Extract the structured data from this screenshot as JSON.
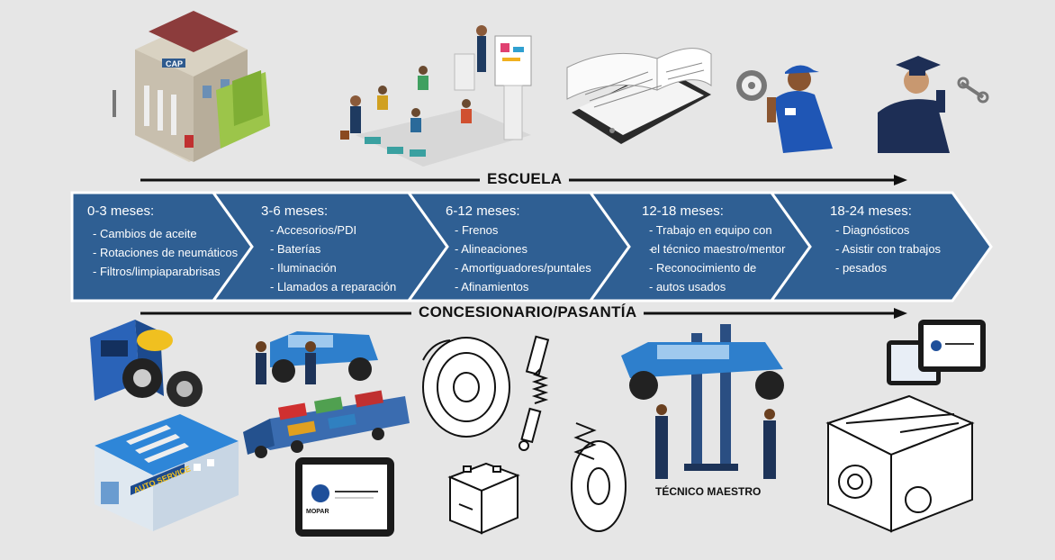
{
  "tracks": {
    "school_label": "ESCUELA",
    "dealer_label": "CONCESIONARIO/PASANTÍA"
  },
  "stages": [
    {
      "title": "0-3 meses:",
      "items": [
        "Cambios de aceite",
        "Rotaciones de neumáticos",
        "Filtros/limpiaparabrisas"
      ]
    },
    {
      "title": "3-6 meses:",
      "items": [
        "Accesorios/PDI",
        "Baterías",
        "Iluminación",
        "Llamados a reparación"
      ]
    },
    {
      "title": "6-12 meses:",
      "items": [
        "Frenos",
        "Alineaciones",
        "Amortiguadores/puntales",
        "Afinamientos"
      ]
    },
    {
      "title": "12-18 meses:",
      "items": [
        "Trabajo en equipo con",
        "el técnico maestro/mentor",
        "Reconocimiento de",
        "autos usados"
      ]
    },
    {
      "title": "18-24 meses:",
      "items": [
        "Diagnósticos",
        "Asistir con trabajos",
        "pesados"
      ]
    }
  ],
  "illustrations": {
    "building_sign": "CAP",
    "auto_service_sign": "AUTO SERVICE",
    "tablet_brand": "MOPAR",
    "master_tech_caption": "TÉCNICO MAESTRO"
  },
  "colors": {
    "chevron_blue": "#2f5f93",
    "chevron_border": "#ffffff",
    "arrow": "#111111",
    "background": "#e6e6e6"
  }
}
